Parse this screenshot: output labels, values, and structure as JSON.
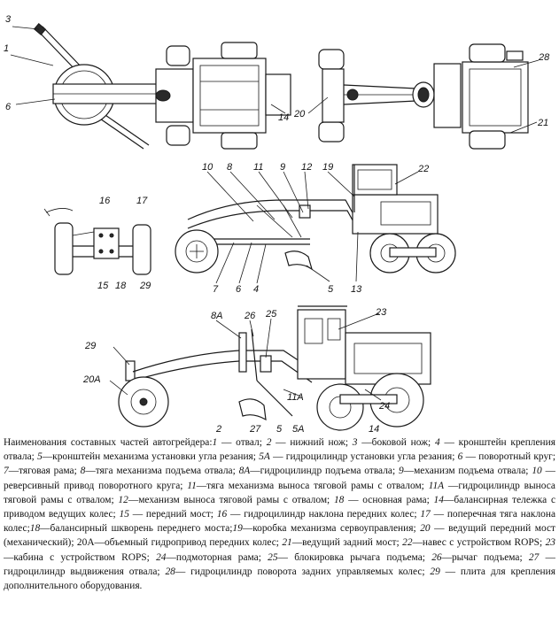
{
  "labels": {
    "l1": "1",
    "l3": "3",
    "l6": "6",
    "l14a": "14",
    "l20": "20",
    "l28": "28",
    "l21": "21",
    "l10": "10",
    "l8": "8",
    "l11": "11",
    "l9": "9",
    "l12": "12",
    "l19": "19",
    "l22": "22",
    "l16": "16",
    "l17": "17",
    "l15": "15",
    "l18": "18",
    "l29a": "29",
    "l7": "7",
    "l6b": "6",
    "l4": "4",
    "l5a": "5",
    "l13": "13",
    "l8A": "8A",
    "l26": "26",
    "l25": "25",
    "l23": "23",
    "l29b": "29",
    "l20A": "20A",
    "l11A": "11A",
    "l24": "24",
    "l2": "2",
    "l27": "27",
    "l5b": "5",
    "l5A": "5A",
    "l14b": "14"
  },
  "legend": {
    "intro": "Наименования составных частей автогрейдера:",
    "entries": [
      {
        "num": "1",
        "text": " — отвал; "
      },
      {
        "num": "2",
        "text": " — нижний нож; "
      },
      {
        "num": "3",
        "text": " —боковой нож; "
      },
      {
        "num": "4",
        "text": " — кронштейн крепления отвала; "
      },
      {
        "num": "5",
        "text": "—кронштейн механизма установки угла резания; "
      },
      {
        "num": "5А",
        "text": " — гидроцилиндр установки угла резания; "
      },
      {
        "num": "6",
        "text": " — поворотный круг; "
      },
      {
        "num": "7",
        "text": "—тяговая рама; "
      },
      {
        "num": "8",
        "text": "—тяга механизма подъема отвала; "
      },
      {
        "num": "8А",
        "text": "—гидроцилиндр подъема отвала; "
      },
      {
        "num": "9",
        "text": "—механизм подъема отвала; "
      },
      {
        "num": "10",
        "text": " — реверсивный привод поворотного круга; "
      },
      {
        "num": "11",
        "text": "—тяга механизма выноса тяговой рамы с отвалом; "
      },
      {
        "num": "11А",
        "text": " —гидроцилиндр выноса тяговой рамы с отвалом; "
      },
      {
        "num": "12",
        "text": "—механизм выноса тяговой рамы с отвалом; "
      },
      {
        "num": "18",
        "text": " — основная рама; "
      },
      {
        "num": "14",
        "text": "—балансирная тележка с приводом ведущих колес; "
      },
      {
        "num": "15",
        "text": " — передний мост; "
      },
      {
        "num": "16",
        "text": " — гидроцилиндр наклона передних колес; "
      },
      {
        "num": "17",
        "text": " — поперечная тяга наклона колес;"
      },
      {
        "num": "18",
        "text": "—балансирный шкворень переднего моста;"
      },
      {
        "num": "19",
        "text": "—коробка механизма сервоуправления; "
      },
      {
        "num": "20",
        "text": " — ведущий передний мост (механический); 20А—объемный гидропривод передних колес; "
      },
      {
        "num": "21",
        "text": "—ведущий задний мост; "
      },
      {
        "num": "22",
        "text": "—навес с устройством ROPS; "
      },
      {
        "num": "23",
        "text": "—кабина с устройством ROPS; "
      },
      {
        "num": "24",
        "text": "—подмоторная рама; "
      },
      {
        "num": "25",
        "text": "— блокировка рычага подъема; "
      },
      {
        "num": "26",
        "text": "—рычаг подъема; "
      },
      {
        "num": "27",
        "text": " — гидроцилиндр выдвижения отвала; "
      },
      {
        "num": "28",
        "text": "— гидроцилиндр поворота задних управляемых колес; "
      },
      {
        "num": "29",
        "text": " — плита для крепления дополнительного оборудования."
      }
    ]
  }
}
